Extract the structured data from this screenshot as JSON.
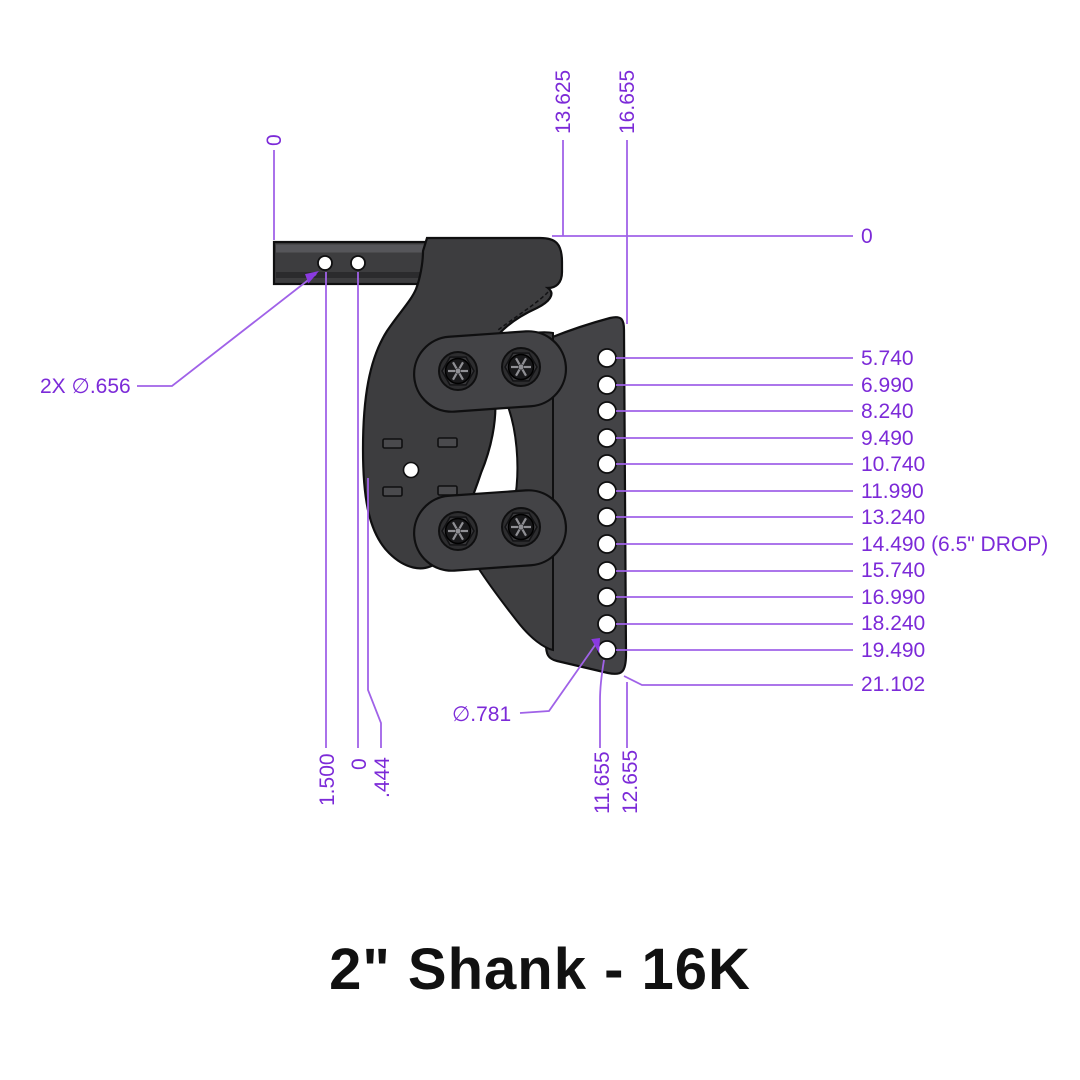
{
  "title": {
    "text": "2\" Shank - 16K"
  },
  "drawing": {
    "colors": {
      "dimension_text": "#7c2ad8",
      "dimension_line": "#a062e8",
      "part_fill": "#3d3d3f",
      "part_outline": "#0f0f10",
      "hole_fill": "#ffffff"
    },
    "top_ordinates": [
      {
        "label": "0"
      },
      {
        "label": "13.625"
      },
      {
        "label": "16.655"
      }
    ],
    "right_ordinates": [
      {
        "label": "0"
      },
      {
        "label": "5.740"
      },
      {
        "label": "6.990"
      },
      {
        "label": "8.240"
      },
      {
        "label": "9.490"
      },
      {
        "label": "10.740"
      },
      {
        "label": "11.990"
      },
      {
        "label": "13.240"
      },
      {
        "label": "14.490 (6.5\" DROP)"
      },
      {
        "label": "15.740"
      },
      {
        "label": "16.990"
      },
      {
        "label": "18.240"
      },
      {
        "label": "19.490"
      },
      {
        "label": "21.102"
      }
    ],
    "bottom_ordinates": [
      {
        "label": "1.500"
      },
      {
        "label": "0"
      },
      {
        "label": ".444"
      },
      {
        "label": "11.655"
      },
      {
        "label": "12.655"
      }
    ],
    "callouts": [
      {
        "label": "2X ∅.656"
      },
      {
        "label": "∅.781"
      }
    ]
  }
}
